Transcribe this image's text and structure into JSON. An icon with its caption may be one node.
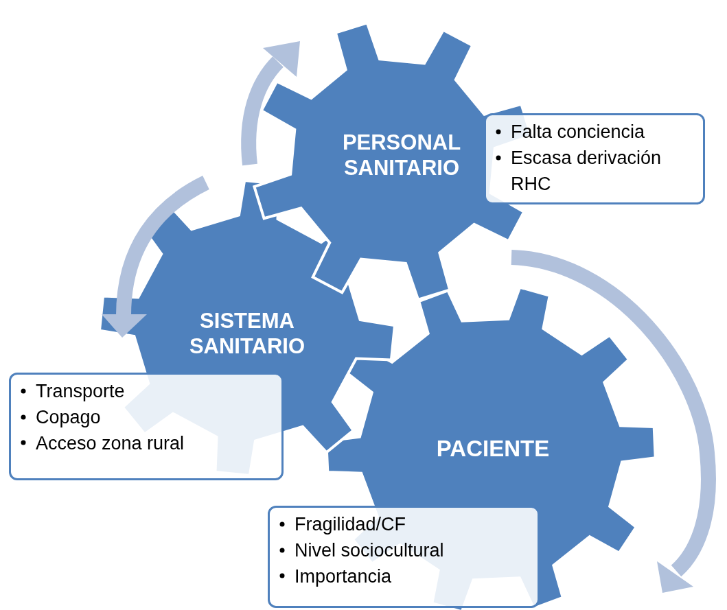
{
  "diagram": {
    "nodes": [
      {
        "text": [
          "PERSONAL SANITARIO"
        ]
      },
      {
        "text": [
          "Falta conciencia",
          "Escasa derivación RHC"
        ]
      },
      {
        "text": [
          "SISTEMA SANITARIO"
        ]
      },
      {
        "text": [
          "Transporte",
          "Copago",
          "Acceso zona rural"
        ]
      },
      {
        "text": [
          "PACIENTE"
        ]
      },
      {
        "text": [
          "Fragilidad/CF",
          "Nivel sociocultural",
          "Importancia"
        ]
      }
    ]
  }
}
